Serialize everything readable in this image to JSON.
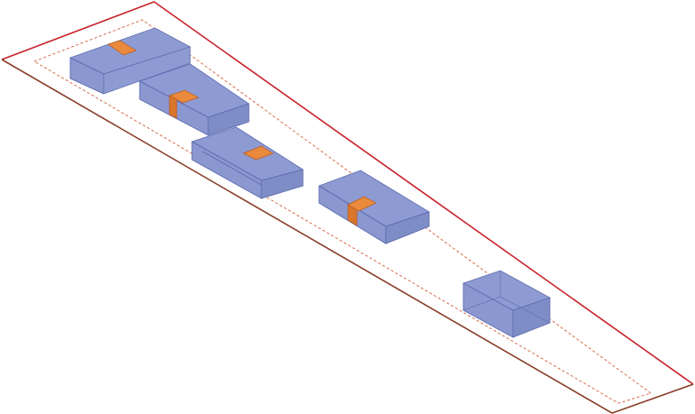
{
  "diagram": {
    "type": "isometric-site-massing",
    "colors": {
      "background": "#ffffff",
      "site_boundary": "#c8232c",
      "site_boundary_lower": "#8a3f2a",
      "setback_line": "#d86a4a",
      "block_top": "#8e9bd2",
      "block_side": "#7f8dc6",
      "block_front": "#8b97cf",
      "block_edge": "#5d6bb0",
      "core": "#e98a3c",
      "core_side": "#d9762c",
      "core_edge": "#b85a22"
    },
    "site": {
      "boundary": "solid",
      "setback": "dashed"
    },
    "buildings": [
      {
        "name": "block-1",
        "has_core": true
      },
      {
        "name": "block-2",
        "has_core": true
      },
      {
        "name": "block-3",
        "has_core": true
      },
      {
        "name": "block-4",
        "has_core": true
      },
      {
        "name": "block-5",
        "has_core": false
      }
    ]
  }
}
